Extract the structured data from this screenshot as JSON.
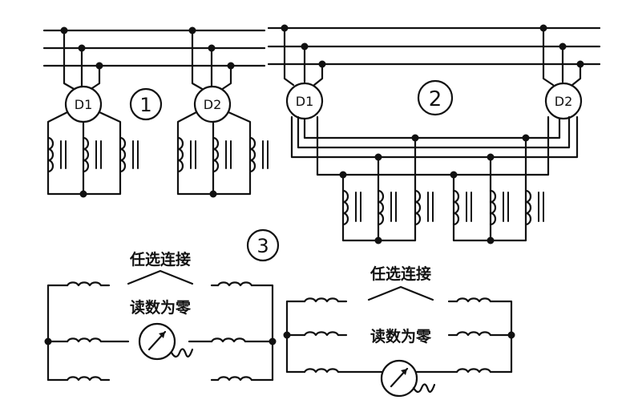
{
  "figure": {
    "section_1": "1",
    "section_2": "2",
    "section_3": "3"
  },
  "motor_1": {
    "left": "D1",
    "right": "D2"
  },
  "motor_2": {
    "left": "D1",
    "right": "D2"
  },
  "notes": {
    "select_any": "任选连接",
    "reading_zero": "读数为零"
  }
}
